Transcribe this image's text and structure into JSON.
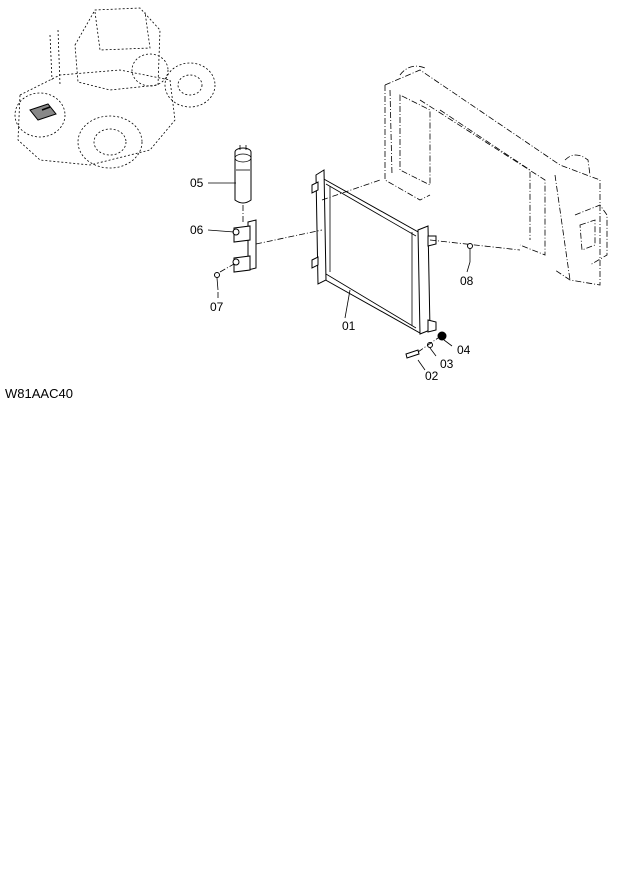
{
  "diagram": {
    "code": "W81AAC40",
    "callouts": [
      {
        "id": "c01",
        "label": "01"
      },
      {
        "id": "c02",
        "label": "02"
      },
      {
        "id": "c03",
        "label": "03"
      },
      {
        "id": "c04",
        "label": "04"
      },
      {
        "id": "c05",
        "label": "05"
      },
      {
        "id": "c06",
        "label": "06"
      },
      {
        "id": "c07",
        "label": "07"
      },
      {
        "id": "c08",
        "label": "08"
      }
    ]
  }
}
